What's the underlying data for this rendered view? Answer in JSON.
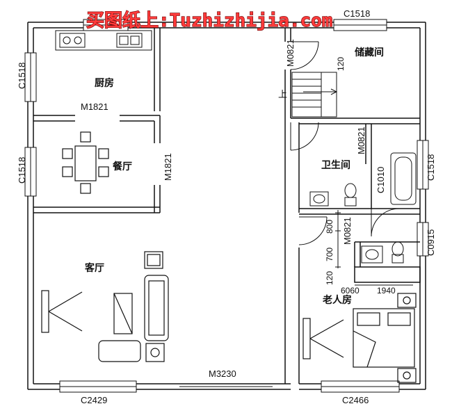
{
  "rooms": {
    "kitchen": "厨房",
    "dining": "餐厅",
    "living": "客厅",
    "storage": "储藏间",
    "bathroom": "卫生间",
    "elder_bedroom": "老人房"
  },
  "labels": {
    "c1518_top_right": "C1518",
    "c1518_left_upper": "C1518",
    "c1518_left_lower": "C1518",
    "c1518_right": "C1518",
    "c0915": "C0915",
    "c1010": "C1010",
    "c2429": "C2429",
    "c2466": "C2466",
    "m1821_kitchen": "M1821",
    "m1821_dining": "M1821",
    "m3230": "M3230",
    "m0821_storage": "M0821",
    "m0821_bath": "M0821",
    "m0821_bedroom": "M0821",
    "stair_up": "上",
    "dim_120_storage": "120",
    "dim_800": "800",
    "dim_700": "700",
    "dim_120_bedroom": "120",
    "dim_6060": "6060",
    "dim_1940": "1940"
  },
  "watermark": "买图纸上:Tuzhizhijia.com"
}
